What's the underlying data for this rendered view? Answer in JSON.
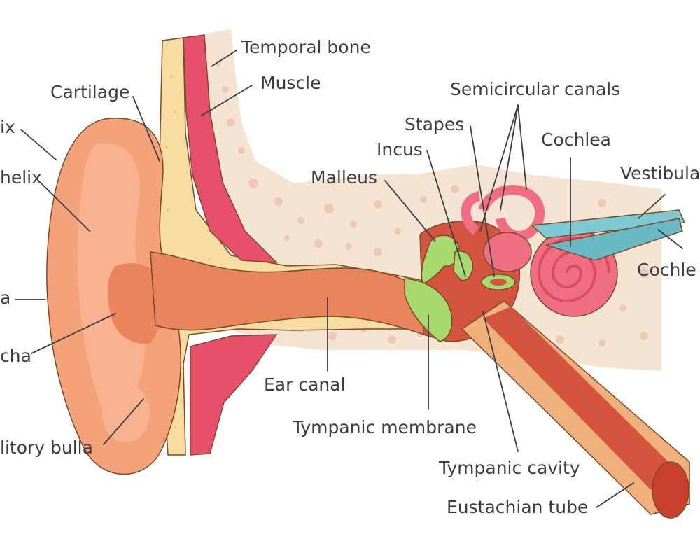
{
  "labels": {
    "temporal_bone": "Temporal bone",
    "muscle": "Muscle",
    "cartilage": "Cartilage",
    "helix": "ix",
    "antihelix": "helix",
    "semicircular_canals": "Semicircular canals",
    "stapes": "Stapes",
    "incus": "Incus",
    "malleus": "Malleus",
    "cochlea": "Cochlea",
    "vestibular_nerve": "Vestibula",
    "cochlear_nerve": "Cochle",
    "lobe": "a",
    "concha": "cha",
    "ear_canal": "Ear canal",
    "tympanic_membrane": "Tympanic membrane",
    "tympanic_cavity": "Tympanic cavity",
    "eustachian_tube": "Eustachian tube",
    "auditory_bulla": "litory bulla"
  },
  "colors": {
    "bone": "#f6e4d3",
    "bone_pores": "#ecc8b8",
    "skin": "#f4a27a",
    "skin_dark": "#e9845c",
    "canal": "#e8845c",
    "cartilage": "#f9dca2",
    "muscle": "#e7506a",
    "cavity": "#d5543f",
    "ossicles": "#a8d86e",
    "inner_ear": "#ef6e82",
    "nerve": "#7fc9d3",
    "line": "#3a3f45"
  }
}
